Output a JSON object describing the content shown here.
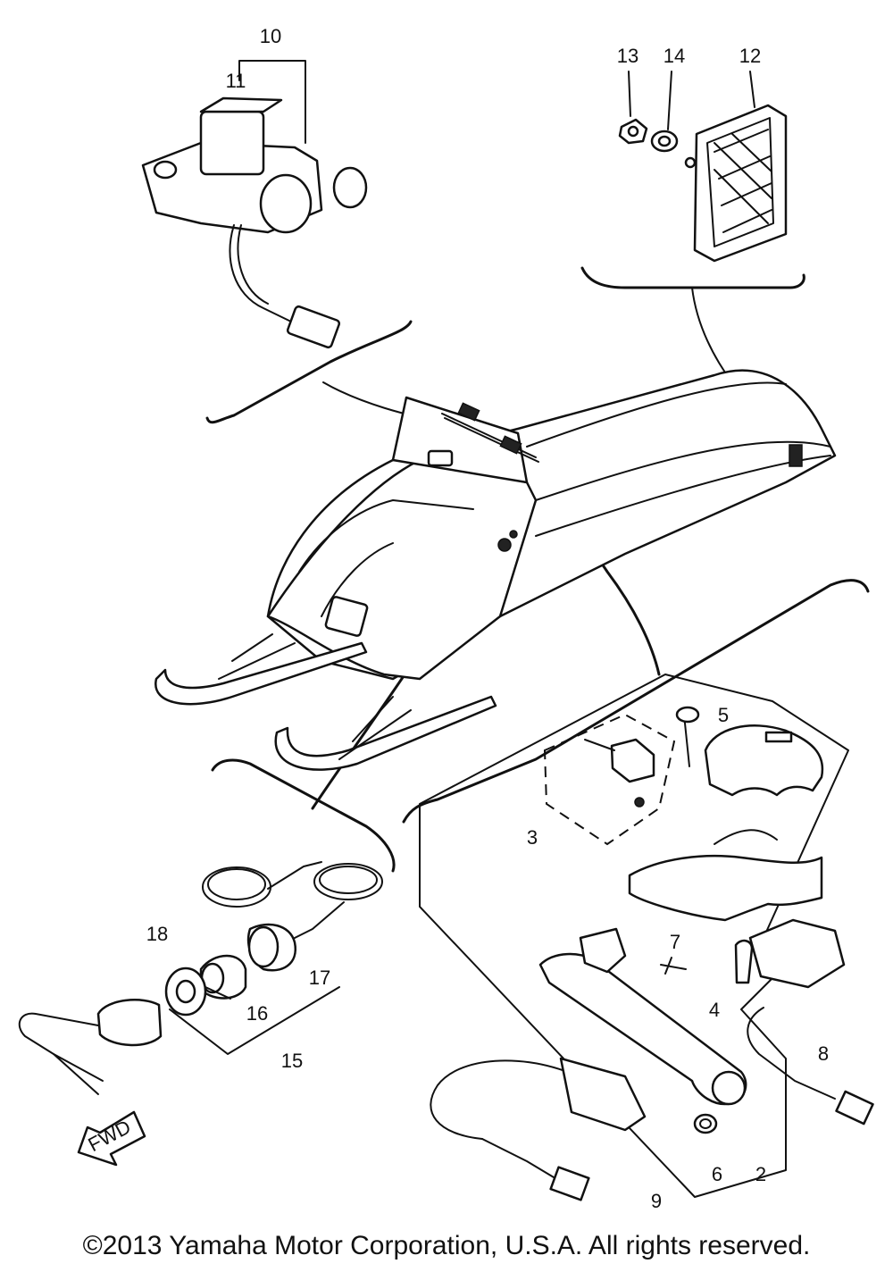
{
  "callouts": {
    "c1": "2",
    "c2": "3",
    "c3": "4",
    "c4": "5",
    "c5": "6",
    "c6": "7",
    "c7": "8",
    "c8": "9",
    "c9": "10",
    "c10": "11",
    "c11": "12",
    "c12": "13",
    "c13": "14",
    "c14": "15",
    "c15": "16",
    "c16": "17",
    "c17": "18"
  },
  "fwd_label": "FWD",
  "copyright": "©2013 Yamaha Motor Corporation, U.S.A. All rights reserved."
}
